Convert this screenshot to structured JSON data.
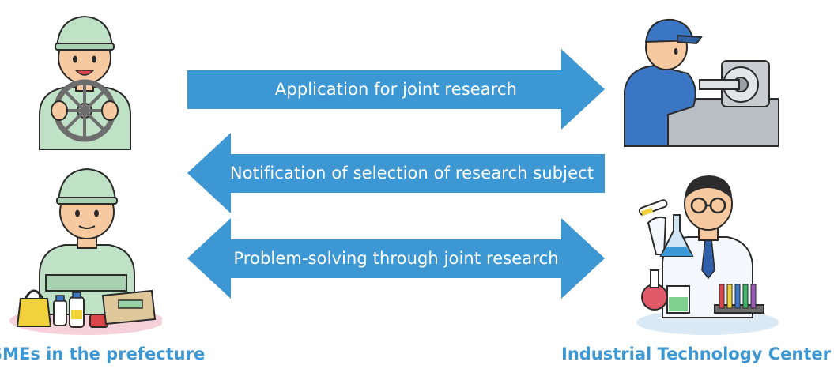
{
  "diagram": {
    "arrows": [
      {
        "label": "Application for joint research",
        "direction": "right"
      },
      {
        "label": "Notification of selection of research subject",
        "direction": "left"
      },
      {
        "label": "Problem-solving through joint research",
        "direction": "both"
      }
    ],
    "left_group": {
      "caption": "SMEs in the prefecture"
    },
    "right_group": {
      "caption": "Industrial Technology Center"
    }
  },
  "colors": {
    "arrow": "#3d97d3",
    "caption": "#3d97d3",
    "uniform_green": "#bfe1c6",
    "uniform_blue": "#3a76c4",
    "lab_coat": "#f4f7fb"
  },
  "icons": {
    "top_left": "worker-holding-wheel-icon",
    "bottom_left": "worker-with-products-icon",
    "top_right": "machinist-at-lathe-icon",
    "bottom_right": "scientist-with-flask-icon"
  }
}
